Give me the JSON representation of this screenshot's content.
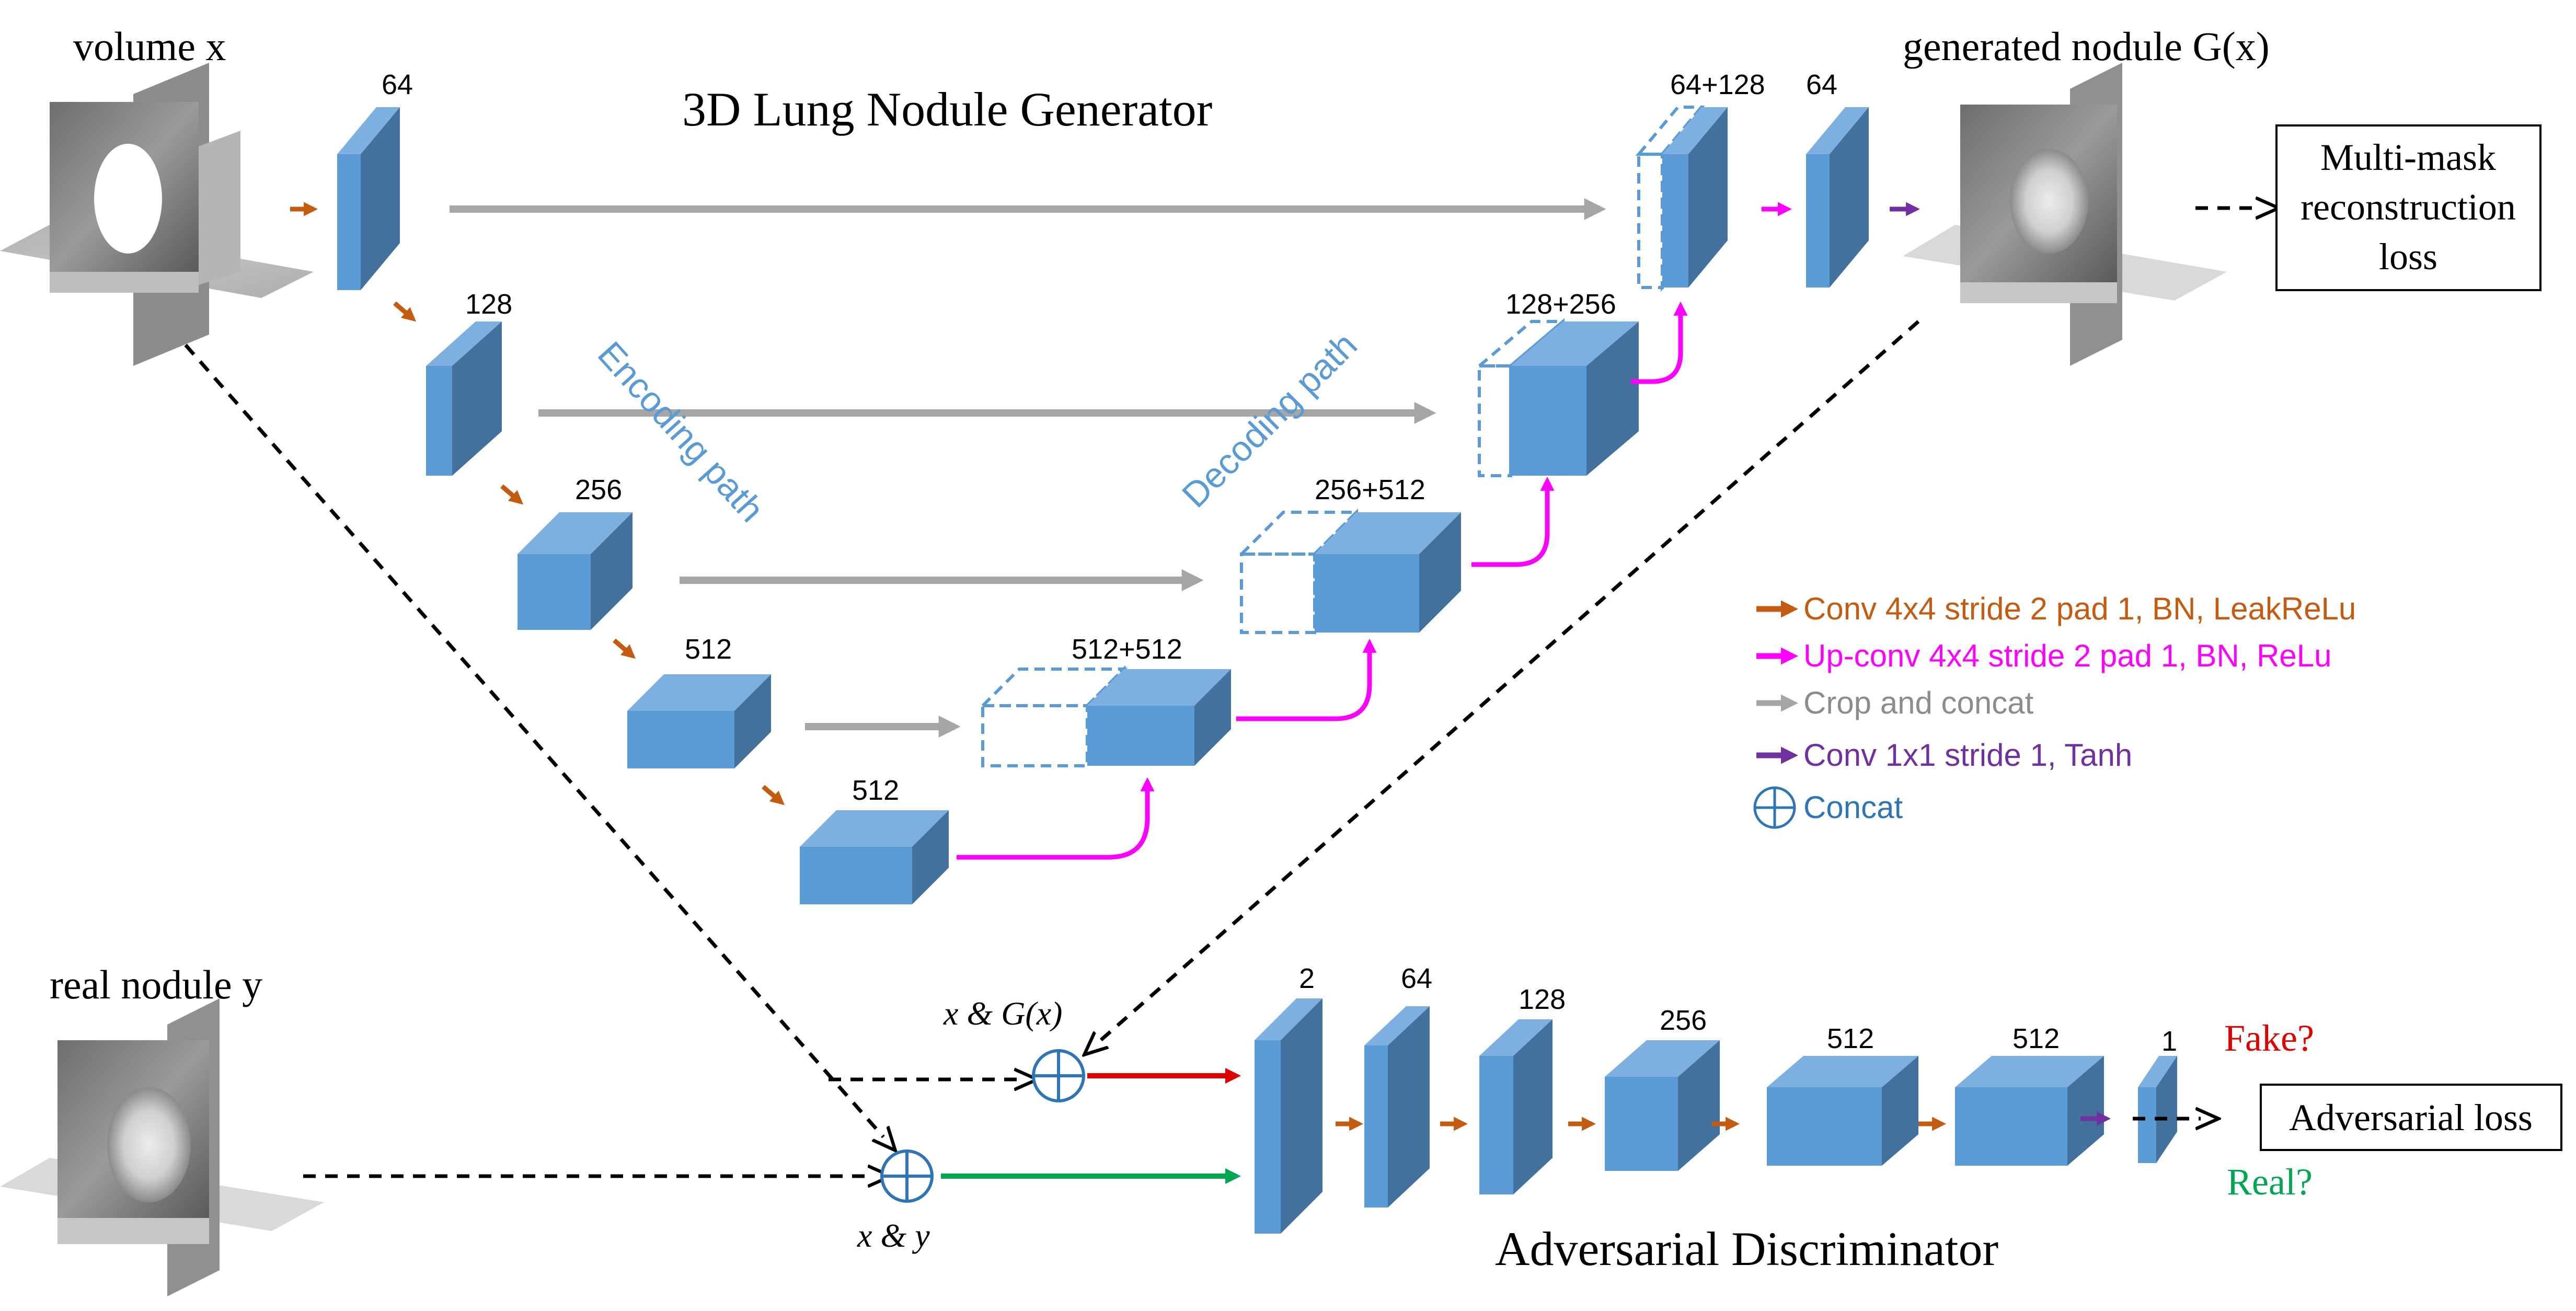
{
  "colors": {
    "block_front": "#5B9BD5",
    "block_top": "#7DB0E0",
    "block_side": "#41719C",
    "conv": "#C55A11",
    "upconv": "#FF00FF",
    "crop": "#A6A6A6",
    "final_conv": "#7030A0",
    "concat": "#2E75B6",
    "fake": "#E00000",
    "real": "#00A651",
    "dashed": "#000000"
  },
  "texts": {
    "volume_x": "volume x",
    "generated": "generated nodule G(x)",
    "real_nodule": "real nodule y",
    "generator_title": "3D Lung Nodule Generator",
    "discriminator_title": "Adversarial Discriminator",
    "encoding_path": "Encoding path",
    "decoding_path": "Decoding path",
    "mm_loss": [
      "Multi-mask",
      "reconstruction",
      "loss"
    ],
    "adv_loss": "Adversarial loss",
    "fake": "Fake?",
    "real": "Real?",
    "x_gx": "x & G(x)",
    "x_y": "x & y"
  },
  "legend": [
    {
      "label": "Conv 4x4 stride 2 pad 1, BN, LeakReLu",
      "color": "conv"
    },
    {
      "label": "Up-conv 4x4 stride 2 pad 1, BN, ReLu",
      "color": "upconv"
    },
    {
      "label": "Crop and concat",
      "color": "crop"
    },
    {
      "label": "Conv 1x1 stride 1, Tanh",
      "color": "final_conv"
    },
    {
      "label": "Concat",
      "color": "concat",
      "icon": "concat"
    }
  ],
  "encoder_labels": [
    "64",
    "128",
    "256",
    "512",
    "512"
  ],
  "decoder_labels": [
    "512+512",
    "256+512",
    "128+256",
    "64+128",
    "64"
  ],
  "discriminator_labels": [
    "2",
    "64",
    "128",
    "256",
    "512",
    "512",
    "1"
  ]
}
